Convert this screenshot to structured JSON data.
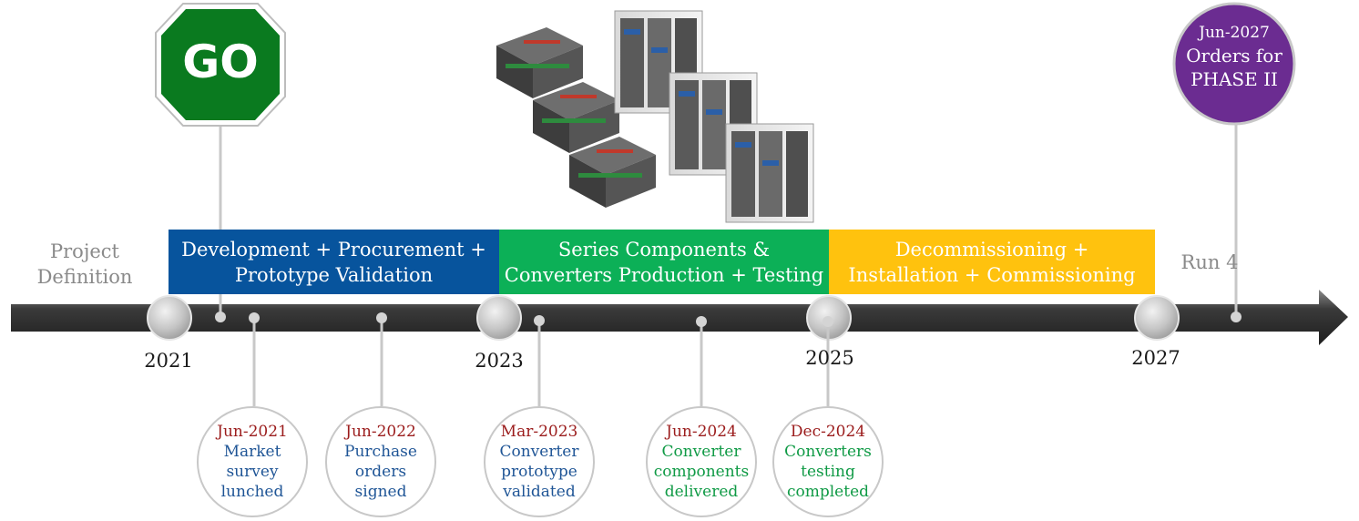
{
  "phases": [
    {
      "lines": [
        "Development + Procurement +",
        "Prototype Validation"
      ],
      "color": "#07549d"
    },
    {
      "lines": [
        "Series Components &",
        "Converters Production + Testing"
      ],
      "color": "#0cb057"
    },
    {
      "lines": [
        "Decommissioning +",
        "Installation + Commissioning"
      ],
      "color": "#ffc20e"
    }
  ],
  "side_labels": {
    "left": [
      "Project",
      "Definition"
    ],
    "right": "Run 4"
  },
  "years": [
    "2021",
    "2023",
    "2025",
    "2027"
  ],
  "go_sign": {
    "text": "GO",
    "color": "#0a7a1f"
  },
  "milestones": [
    {
      "date": "Jun-2021",
      "desc": [
        "Market",
        "survey",
        "lunched"
      ],
      "color": "#1f5596"
    },
    {
      "date": "Jun-2022",
      "desc": [
        "Purchase",
        "orders",
        "signed"
      ],
      "color": "#1f5596"
    },
    {
      "date": "Mar-2023",
      "desc": [
        "Converter",
        "prototype",
        "validated"
      ],
      "color": "#1f5596"
    },
    {
      "date": "Jun-2024",
      "desc": [
        "Converter",
        "components",
        "delivered"
      ],
      "color": "#0f9a45"
    },
    {
      "date": "Dec-2024",
      "desc": [
        "Converters",
        "testing",
        "completed"
      ],
      "color": "#0f9a45"
    }
  ],
  "final_milestone": {
    "date": "Jun-2027",
    "desc": [
      "Orders for",
      "PHASE II"
    ],
    "color": "#6b2c91"
  }
}
